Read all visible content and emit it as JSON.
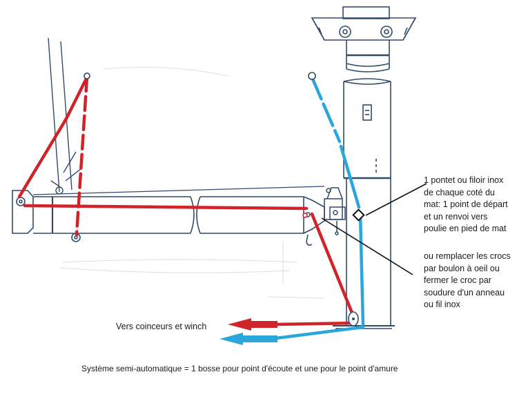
{
  "annotations": {
    "pontet": [
      "1 pontet ou filoir inox",
      "de chaque coté du",
      "mat: 1 point de départ",
      "et un renvoi vers",
      "poulie en pied de mat"
    ],
    "crocs": [
      "ou remplacer les crocs",
      "par boulon à oeil ou",
      "fermer le croc par",
      "soudure d'un anneau",
      "ou fil inox"
    ],
    "winch": "Vers coinceurs et winch"
  },
  "caption": "Système semi-automatique = 1 bosse pour point d'écoute et une pour le point d'amure",
  "colors": {
    "red_line": "#d0232a",
    "blue_line": "#2aa6dc",
    "drawing": "#2f4a6a",
    "callout": "#111111"
  }
}
